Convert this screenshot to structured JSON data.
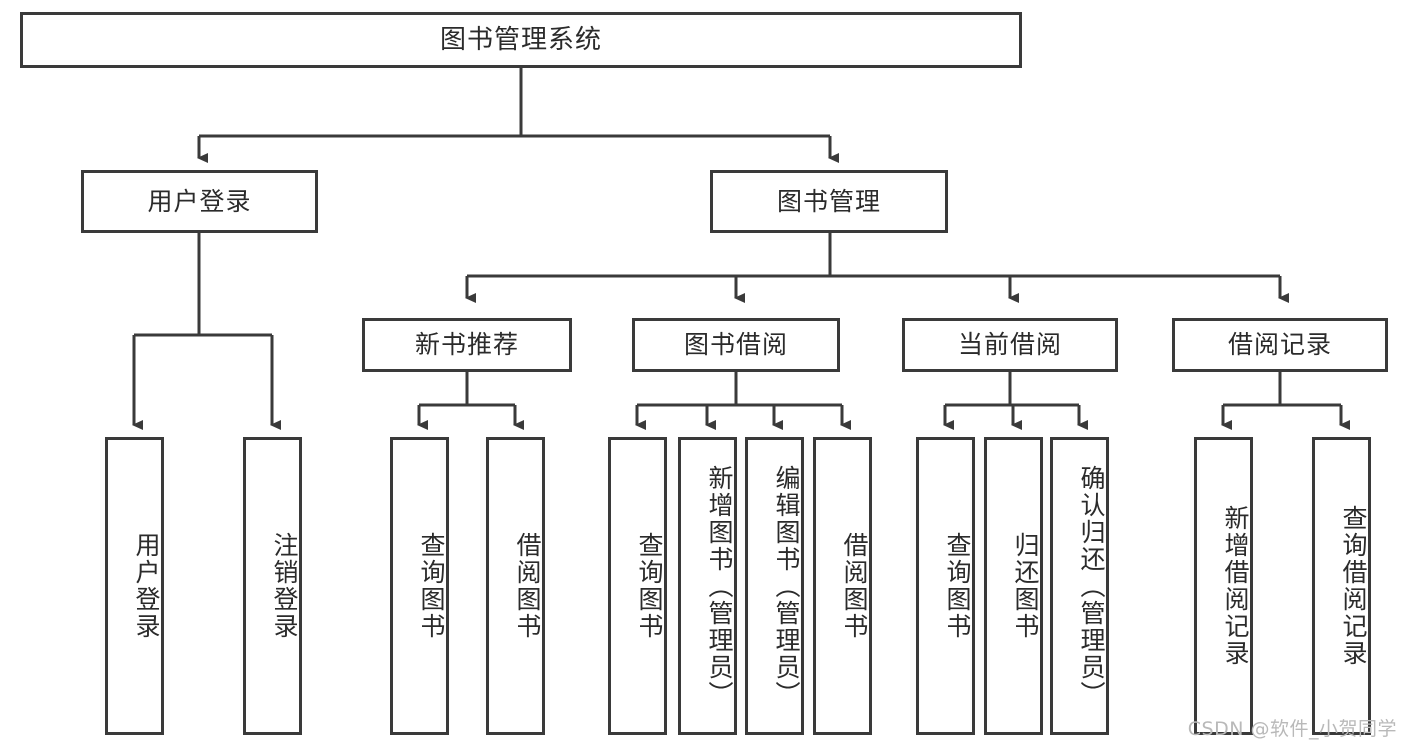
{
  "diagram": {
    "title_node": {
      "label": "图书管理系统"
    },
    "level2": [
      {
        "id": "user-login",
        "label": "用户登录"
      },
      {
        "id": "book-manage",
        "label": "图书管理"
      }
    ],
    "level3": [
      {
        "id": "new-book-recommend",
        "label": "新书推荐"
      },
      {
        "id": "book-borrow",
        "label": "图书借阅"
      },
      {
        "id": "current-borrow",
        "label": "当前借阅"
      },
      {
        "id": "borrow-record",
        "label": "借阅记录"
      }
    ],
    "leaves": {
      "user_login": [
        {
          "id": "leaf-user-login",
          "label": "用户登录"
        },
        {
          "id": "leaf-user-logout",
          "label": "注销登录"
        }
      ],
      "new_book_recommend": [
        {
          "id": "leaf-query-book-1",
          "label": "查询图书"
        },
        {
          "id": "leaf-borrow-book-1",
          "label": "借阅图书"
        }
      ],
      "book_borrow": [
        {
          "id": "leaf-query-book-2",
          "label": "查询图书"
        },
        {
          "id": "leaf-add-book",
          "label": "新增图书（管理员）"
        },
        {
          "id": "leaf-edit-book",
          "label": "编辑图书（管理员）"
        },
        {
          "id": "leaf-borrow-book-2",
          "label": "借阅图书"
        }
      ],
      "current_borrow": [
        {
          "id": "leaf-query-book-3",
          "label": "查询图书"
        },
        {
          "id": "leaf-return-book",
          "label": "归还图书"
        },
        {
          "id": "leaf-confirm-return",
          "label": "确认归还（管理员）"
        }
      ],
      "borrow_record": [
        {
          "id": "leaf-add-record",
          "label": "新增借阅记录"
        },
        {
          "id": "leaf-query-record",
          "label": "查询借阅记录"
        }
      ]
    }
  },
  "watermark": {
    "text": "CSDN @软件_小贺同学"
  },
  "colors": {
    "border": "#3a3a3a",
    "text": "#2b2b2b",
    "background": "#ffffff",
    "watermark": "#b9b9b9"
  }
}
